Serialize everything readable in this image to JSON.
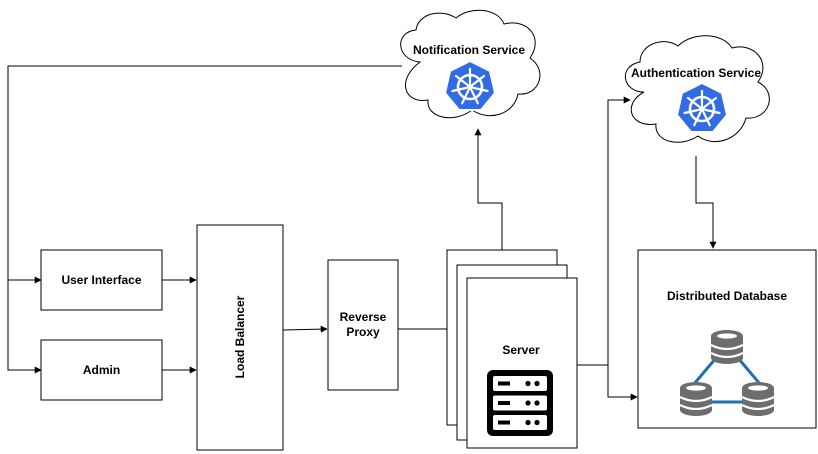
{
  "nodes": {
    "notification_service": "Notification Service",
    "authentication_service": "Authentication Service",
    "user_interface": "User Interface",
    "admin": "Admin",
    "load_balancer": "Load Balancer",
    "reverse_proxy_line1": "Reverse",
    "reverse_proxy_line2": "Proxy",
    "server": "Server",
    "distributed_database": "Distributed Database"
  },
  "icons": {
    "kubernetes": "kubernetes-icon",
    "server": "server-rack-icon",
    "database": "distributed-database-icon"
  },
  "colors": {
    "kubernetes_blue": "#326CE5",
    "server_black": "#000000",
    "db_gray": "#6D6D6D",
    "db_link_blue": "#1F6FB2"
  }
}
